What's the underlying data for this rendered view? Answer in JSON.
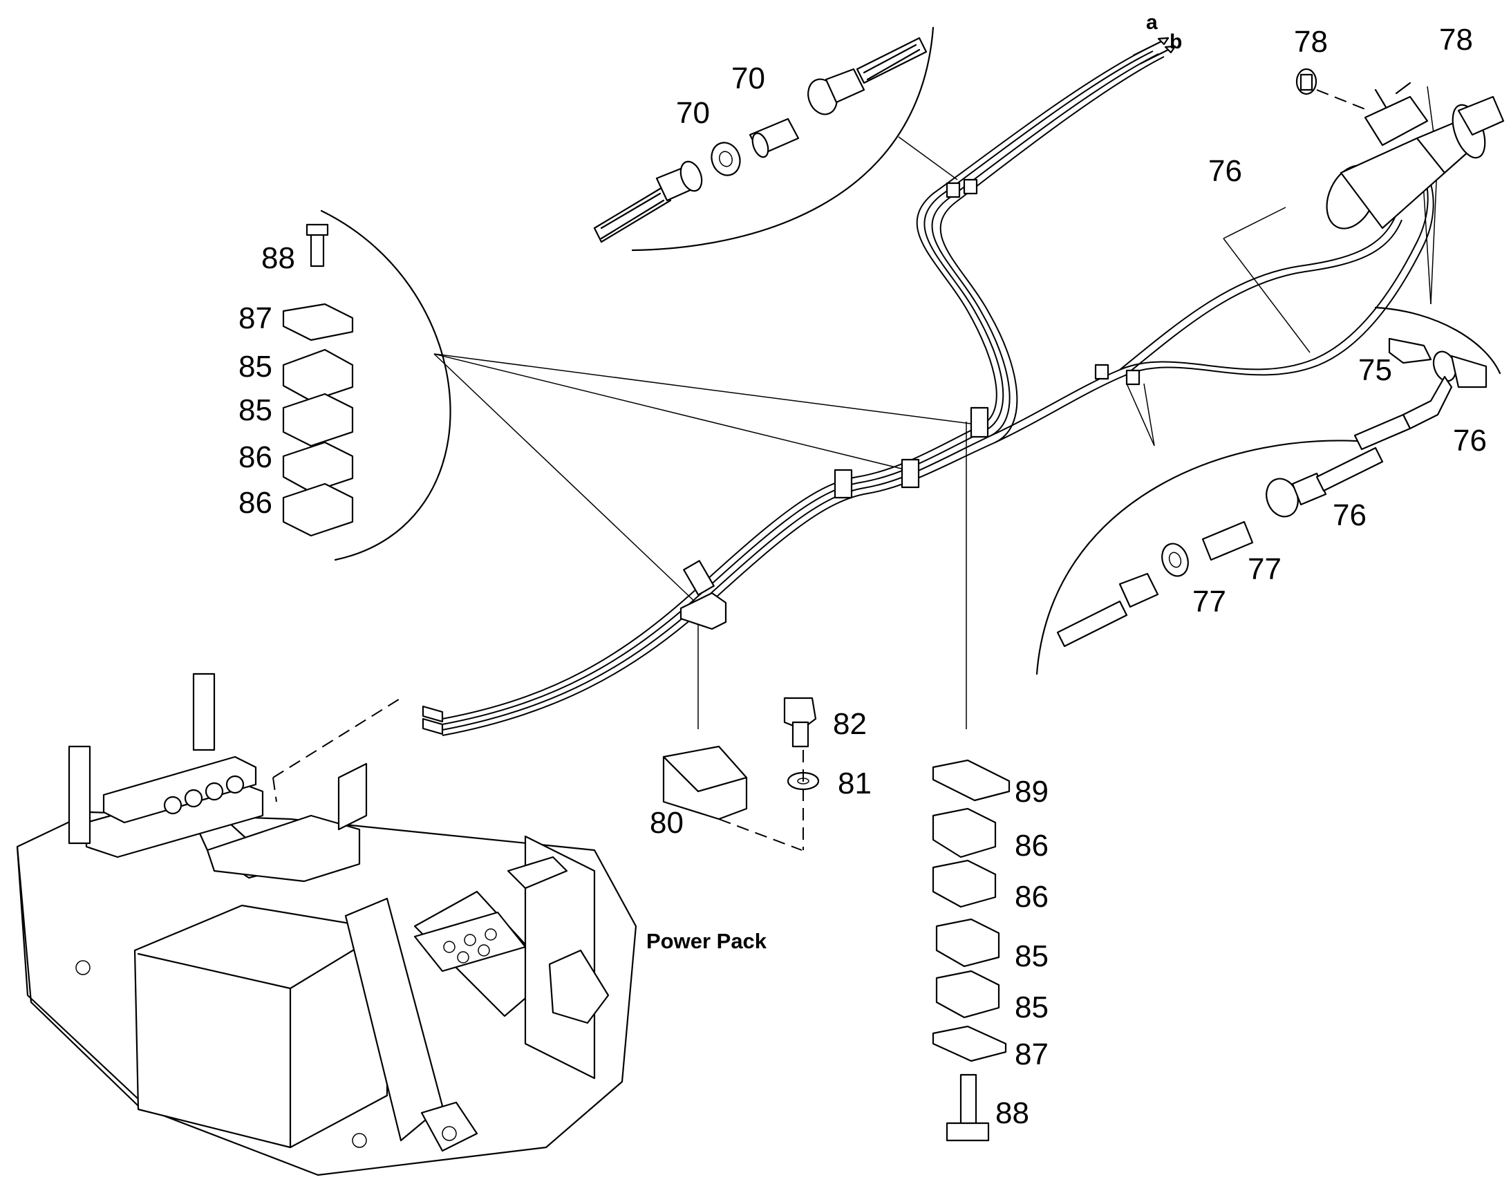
{
  "labels": {
    "l70a": "70",
    "l70b": "70",
    "l78a": "78",
    "l78b": "78",
    "l76a": "76",
    "l76b": "76",
    "l76c": "76",
    "l75": "75",
    "l77a": "77",
    "l77b": "77",
    "l88a": "88",
    "l87a": "87",
    "l85a": "85",
    "l85b": "85",
    "l86a": "86",
    "l86b": "86",
    "l82": "82",
    "l81": "81",
    "l80": "80",
    "l89": "89",
    "l86c": "86",
    "l86d": "86",
    "l85c": "85",
    "l85d": "85",
    "l87b": "87",
    "l88b": "88",
    "la": "a",
    "lb": "b"
  },
  "caption": "Power Pack"
}
